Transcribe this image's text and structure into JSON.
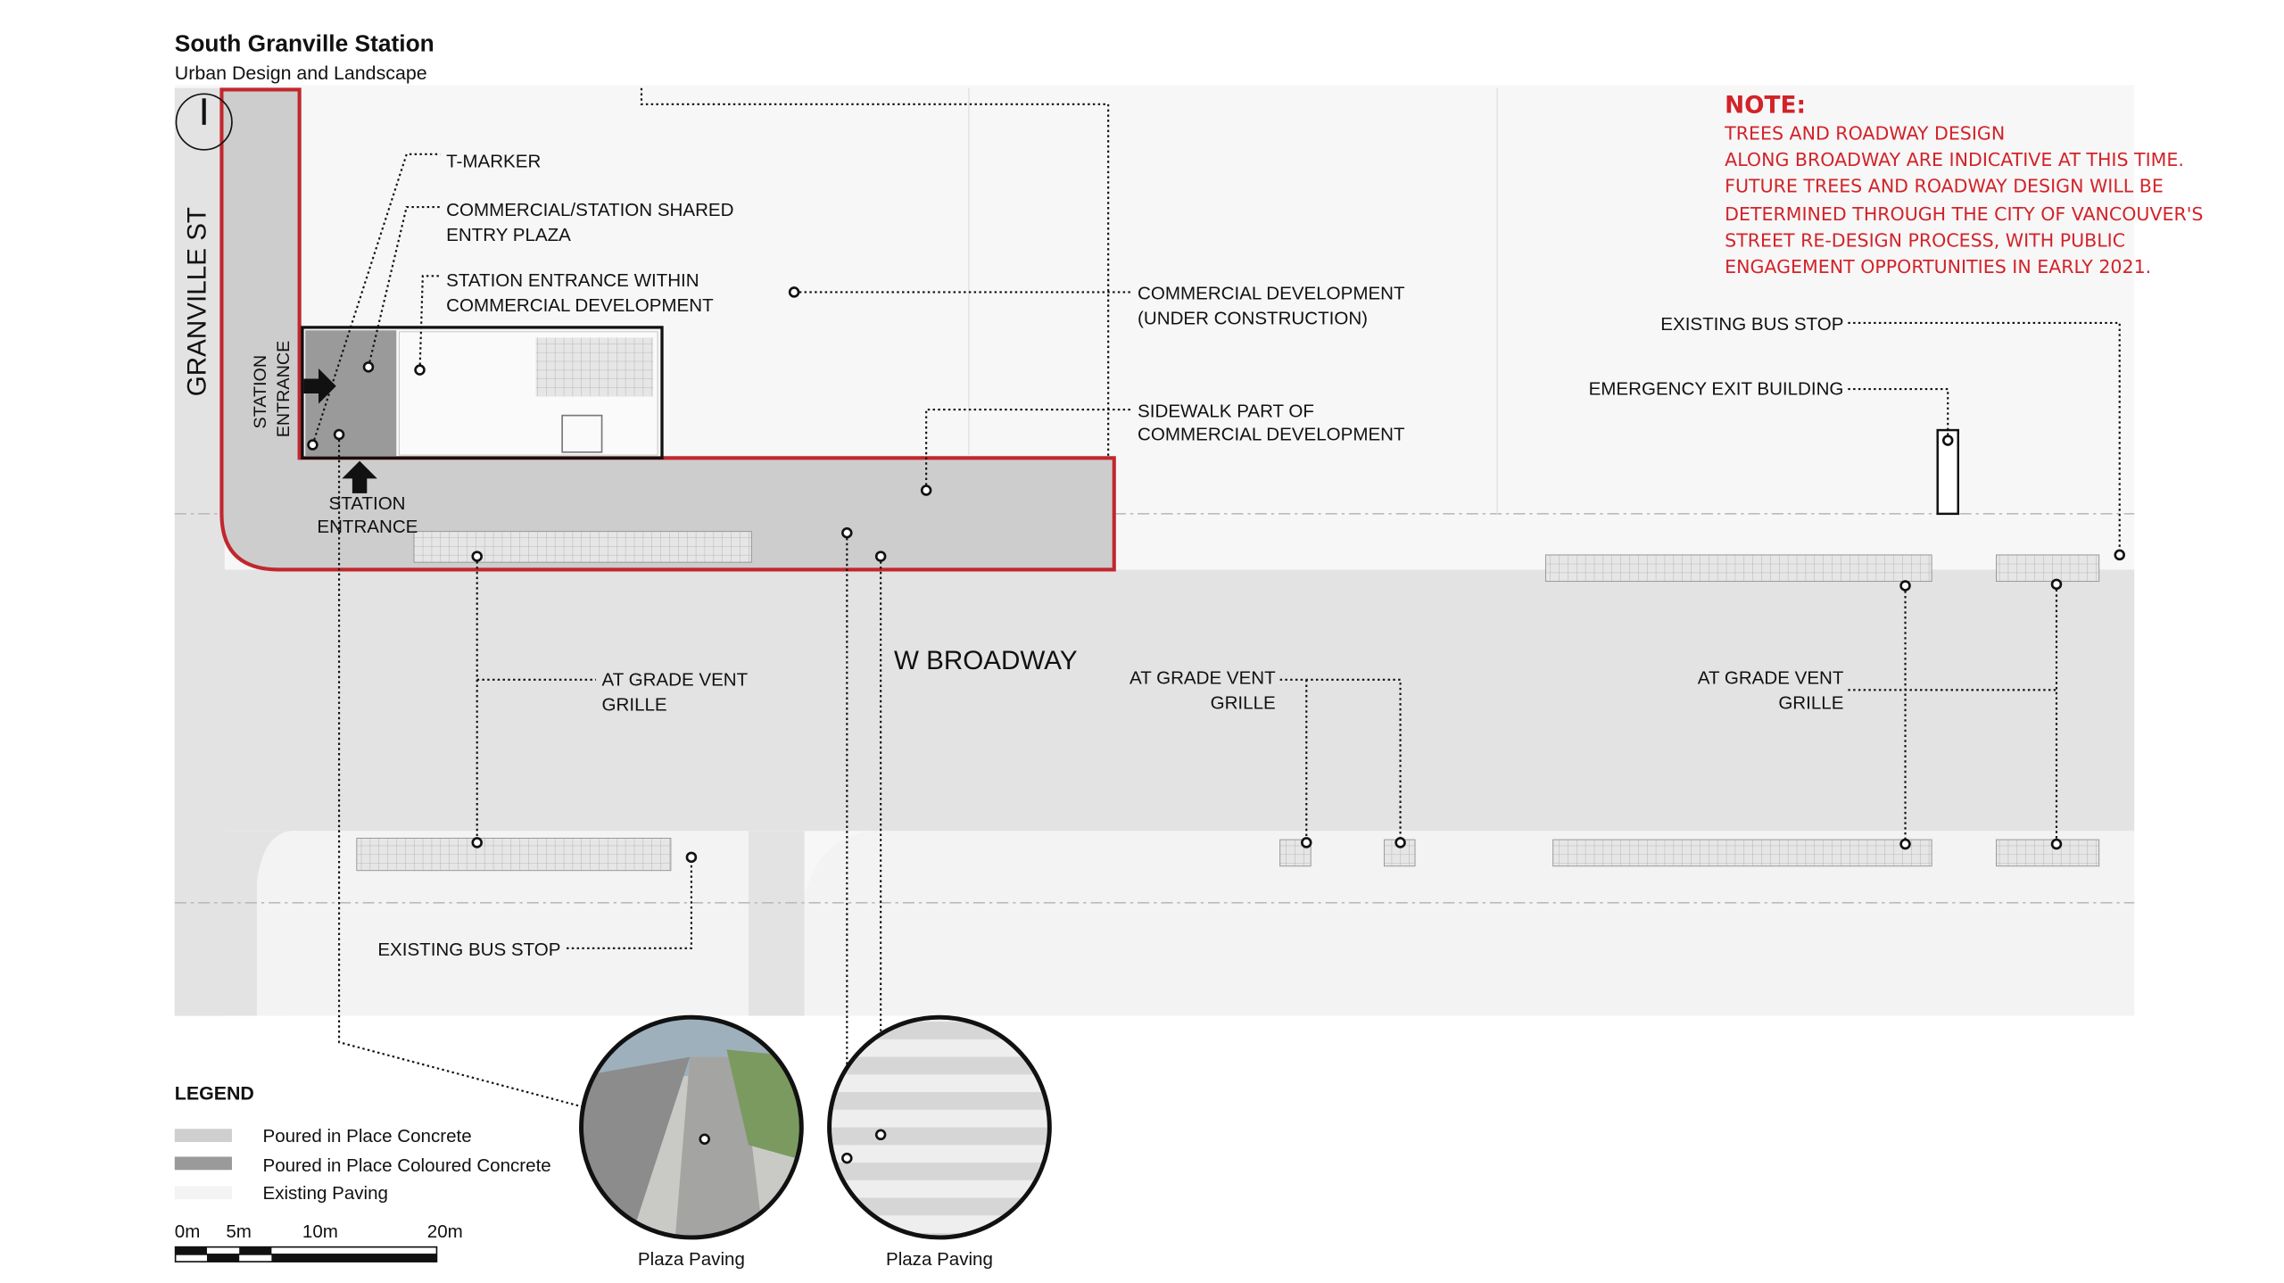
{
  "header": {
    "title": "South Granville Station",
    "subtitle": "Urban Design and Landscape"
  },
  "note": {
    "heading": "NOTE:",
    "lines": [
      "TREES AND ROADWAY DESIGN",
      "ALONG BROADWAY ARE INDICATIVE AT THIS TIME.",
      "FUTURE TREES AND ROADWAY DESIGN WILL BE",
      "DETERMINED THROUGH THE CITY OF VANCOUVER'S",
      "STREET RE-DESIGN PROCESS, WITH PUBLIC",
      "ENGAGEMENT OPPORTUNITIES IN EARLY 2021."
    ],
    "color": "#d2232a"
  },
  "streets": {
    "granville": "GRANVILLE ST",
    "broadway": "W BROADWAY"
  },
  "labels": {
    "t_marker": "T-MARKER",
    "shared_plaza": [
      "COMMERCIAL/STATION SHARED",
      "ENTRY PLAZA"
    ],
    "entrance_within": [
      "STATION ENTRANCE WITHIN",
      "COMMERCIAL DEVELOPMENT"
    ],
    "commercial_dev": [
      "COMMERCIAL DEVELOPMENT",
      "(UNDER CONSTRUCTION)"
    ],
    "sidewalk_part": [
      "SIDEWALK PART OF",
      "COMMERCIAL DEVELOPMENT"
    ],
    "station_entrance_vertical": [
      "STATION",
      "ENTRANCE"
    ],
    "station_entrance": [
      "STATION",
      "ENTRANCE"
    ],
    "vent_grille_1": [
      "AT GRADE VENT",
      "GRILLE"
    ],
    "vent_grille_2": [
      "AT GRADE VENT",
      "GRILLE"
    ],
    "vent_grille_3": [
      "AT GRADE VENT",
      "GRILLE"
    ],
    "bus_stop_south": "EXISTING BUS STOP",
    "bus_stop_north": "EXISTING BUS STOP",
    "emergency_exit": "EMERGENCY EXIT BUILDING"
  },
  "legend": {
    "title": "LEGEND",
    "items": [
      {
        "label": "Poured in Place Concrete",
        "color": "#cfcfcf"
      },
      {
        "label": "Poured in Place Coloured Concrete",
        "color": "#9a9a9a"
      },
      {
        "label": "Existing Paving",
        "color": "#f3f3f3"
      }
    ]
  },
  "scale": {
    "ticks": [
      "0m",
      "5m",
      "10m",
      "20m"
    ]
  },
  "photos": [
    {
      "caption": "Plaza Paving"
    },
    {
      "caption": "Plaza Paving"
    }
  ],
  "colors": {
    "boundary": "#c1272d",
    "road": "#e3e3e3"
  }
}
